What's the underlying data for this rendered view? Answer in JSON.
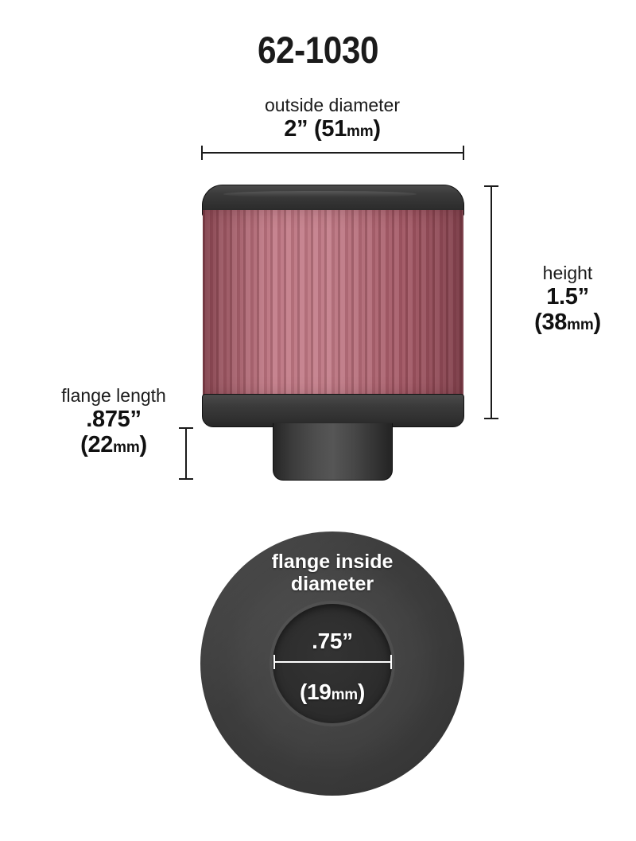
{
  "title": "62-1030",
  "dimensions": {
    "outside_diameter": {
      "caption": "outside diameter",
      "value_in": "2”",
      "value_mm_open": " (51",
      "unit": "mm",
      "value_mm_close": ")"
    },
    "height": {
      "caption": "height",
      "value_in": "1.5”",
      "value_mm_open": "(38",
      "unit": "mm",
      "value_mm_close": ")"
    },
    "flange_length": {
      "caption": "flange length",
      "value_in": ".875”",
      "value_mm_open": "(22",
      "unit": "mm",
      "value_mm_close": ")"
    },
    "flange_inside_diameter": {
      "caption_line1": "flange inside",
      "caption_line2": "diameter",
      "value_in": ".75”",
      "value_mm_open": "(19",
      "unit": "mm",
      "value_mm_close": ")"
    }
  },
  "colors": {
    "background": "#ffffff",
    "text": "#1b1b1b",
    "filter_media_light": "#c07683",
    "filter_media_dark": "#9c5460",
    "cap_dark": "#2e2e2e",
    "flange_outer": "#434343",
    "flange_inner": "#2d2d2d",
    "dimension_line": "#1b1b1b",
    "dimension_line_white": "#ffffff"
  }
}
